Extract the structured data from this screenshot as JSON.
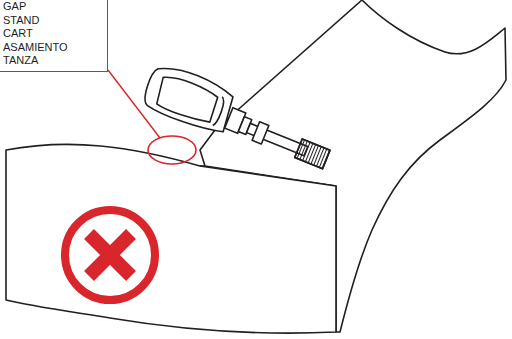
{
  "diagram": {
    "nodes": [
      {
        "text": [
          "GAP",
          "STAND",
          "CART",
          "ASAMIENTO",
          "TANZA"
        ]
      }
    ]
  }
}
